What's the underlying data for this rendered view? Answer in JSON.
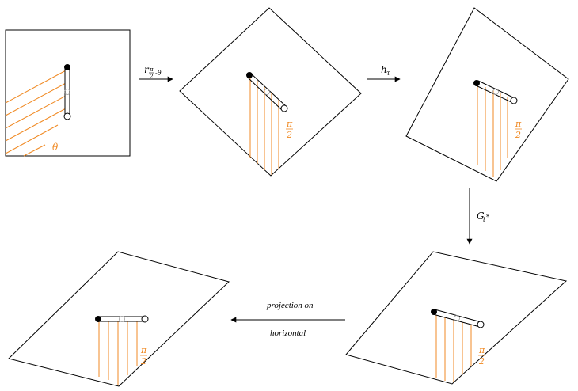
{
  "labels": {
    "step1_main": "r",
    "step1_num": "π",
    "step1_den": "2",
    "step1_rest": "-θ",
    "step2_main": "h",
    "step2_sub": "τ",
    "step3_main": "G",
    "step3_sub": "t",
    "step3_star": "*",
    "projection_line1": "projection on",
    "projection_line2": "horizontal"
  },
  "angles": {
    "panel1": "θ",
    "frac_num": "π",
    "frac_den": "2"
  },
  "colors": {
    "stroke": "#000000",
    "hatch": "#f08a24",
    "background": "#ffffff"
  }
}
